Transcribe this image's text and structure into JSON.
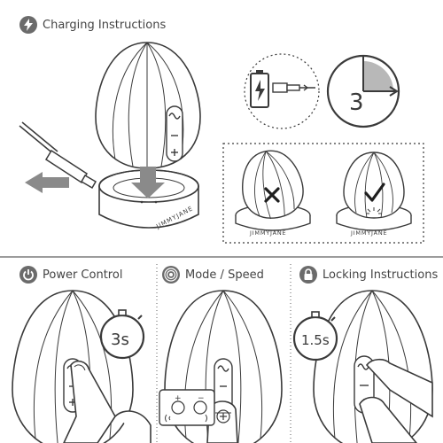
{
  "sections": {
    "charging": {
      "title": "Charging Instructions",
      "icon": "lightning-bolt-icon"
    },
    "power": {
      "title": "Power Control",
      "icon": "power-icon",
      "timer": "3s"
    },
    "mode": {
      "title": "Mode / Speed",
      "icon": "vibration-waves-icon"
    },
    "locking": {
      "title": "Locking Instructions",
      "icon": "lock-icon",
      "timer": "1.5s"
    }
  },
  "charge_time": {
    "value": "3",
    "indicator": "clock-timer-icon"
  },
  "brand": "JIMMYJANE",
  "colors": {
    "line": "#3a3a3a",
    "accent_gray": "#8a8a8a",
    "fill_gray": "#b8b8b8",
    "badge": "#6b6b6b"
  }
}
